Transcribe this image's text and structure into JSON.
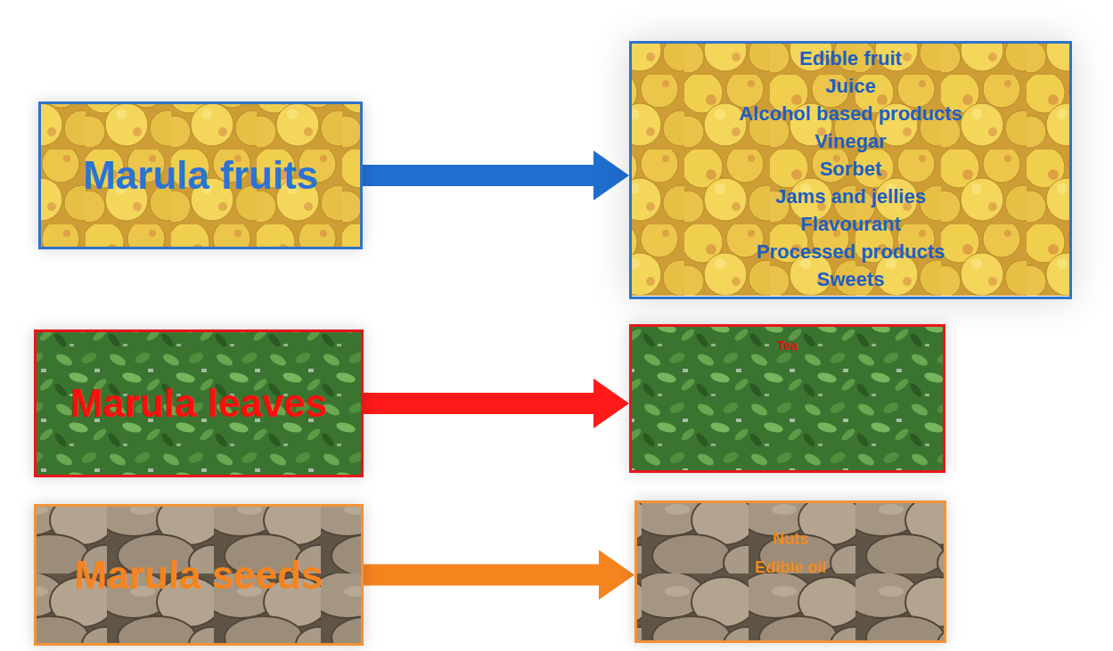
{
  "diagram": {
    "nodes": [
      {
        "text": [
          "Marula fruits"
        ]
      },
      {
        "text": [
          "Edible fruit",
          "Juice",
          "Alcohol based products",
          "Vinegar",
          "Sorbet",
          "Jams and jellies",
          "Flavourant",
          "Processed products",
          "Sweets"
        ]
      },
      {
        "text": [
          "Marula leaves"
        ]
      },
      {
        "text": [
          "Tea"
        ]
      },
      {
        "text": [
          "Marula seeds"
        ]
      },
      {
        "text": [
          "Nuts",
          "Edible oil"
        ]
      }
    ],
    "edges": [
      {
        "from": 0,
        "to": 1,
        "arrow": "to"
      },
      {
        "from": 2,
        "to": 3,
        "arrow": "to"
      },
      {
        "from": 4,
        "to": 5,
        "arrow": "to"
      }
    ]
  }
}
